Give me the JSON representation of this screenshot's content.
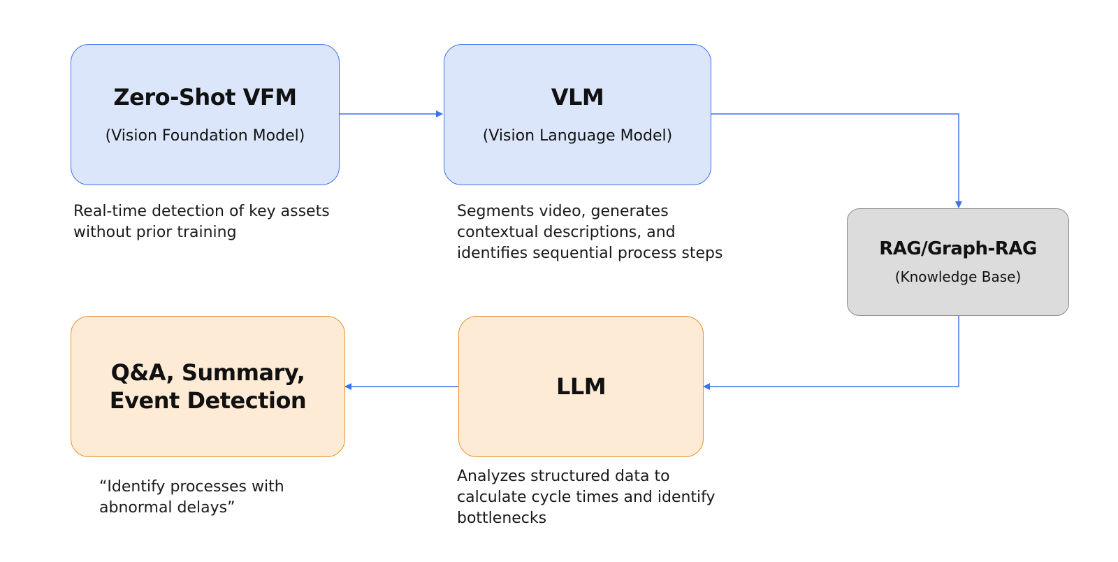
{
  "nodes": {
    "vfm": {
      "title": "Zero-Shot VFM",
      "subtitle": "(Vision Foundation Model)",
      "description": [
        "Real-time detection of key assets",
        "without prior training"
      ]
    },
    "vlm": {
      "title": "VLM",
      "subtitle": "(Vision Language Model)",
      "description": [
        "Segments video, generates",
        "contextual descriptions, and",
        "identifies sequential process steps"
      ]
    },
    "rag": {
      "title": "RAG/Graph-RAG",
      "subtitle": "(Knowledge Base)"
    },
    "llm": {
      "title": "LLM",
      "description": [
        "Analyzes structured data to",
        "calculate cycle times and identify",
        "bottlenecks"
      ]
    },
    "qa": {
      "title_lines": [
        "Q&A, Summary,",
        "Event Detection"
      ],
      "description": [
        "“Identify processes with",
        "abnormal delays”"
      ]
    }
  },
  "edges": [
    {
      "from": "vfm",
      "to": "vlm"
    },
    {
      "from": "vlm",
      "to": "rag"
    },
    {
      "from": "rag",
      "to": "llm"
    },
    {
      "from": "llm",
      "to": "qa"
    }
  ],
  "colors": {
    "arrow": "#3b73ec",
    "blue_fill": "#dbe6fb",
    "blue_border": "#3b73ec",
    "gray_fill": "#dcdcdc",
    "gray_border": "#8a8a8a",
    "orange_fill": "#fdebd6",
    "orange_border": "#e8912d"
  }
}
